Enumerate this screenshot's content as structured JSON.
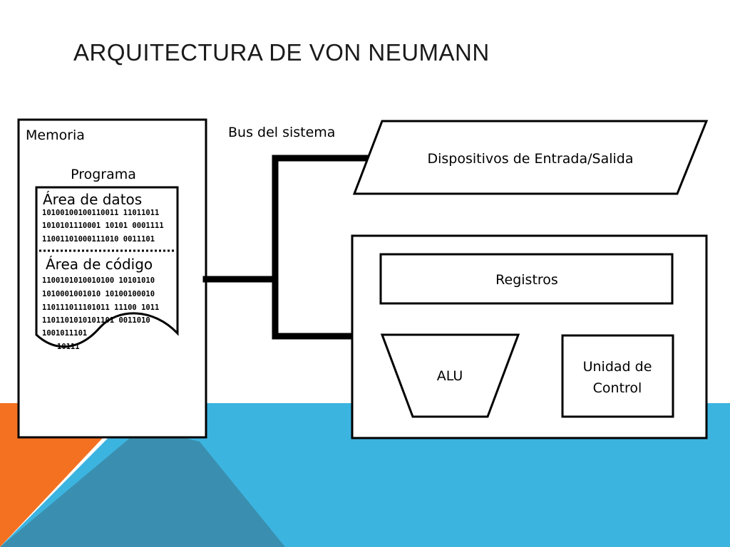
{
  "slide": {
    "title": "ARQUITECTURA DE VON NEUMANN",
    "colors": {
      "orange": "#f47121",
      "light_blue": "#3cb4e0",
      "dark_blue": "#3a8fb0"
    }
  },
  "diagram": {
    "memory": {
      "title": "Memoria",
      "program": {
        "label": "Programa",
        "data_area": {
          "title": "Área de datos",
          "bits": [
            "10100100100110011 11011011",
            "1010101110001 10101 0001111",
            "11001101000111010 0011101"
          ]
        },
        "code_area": {
          "title": "Área de código",
          "bits": [
            "1100101010010100 10101010",
            "1010001001010 10100100010",
            "110111011101011 11100 1011",
            "1101101010101101 0011010",
            "1001011101",
            "10111"
          ]
        }
      }
    },
    "bus": {
      "label": "Bus del sistema"
    },
    "io": {
      "label": "Dispositivos de Entrada/Salida"
    },
    "cpu": {
      "registers": "Registros",
      "alu": "ALU",
      "control": {
        "line1": "Unidad de",
        "line2": "Control"
      }
    }
  }
}
